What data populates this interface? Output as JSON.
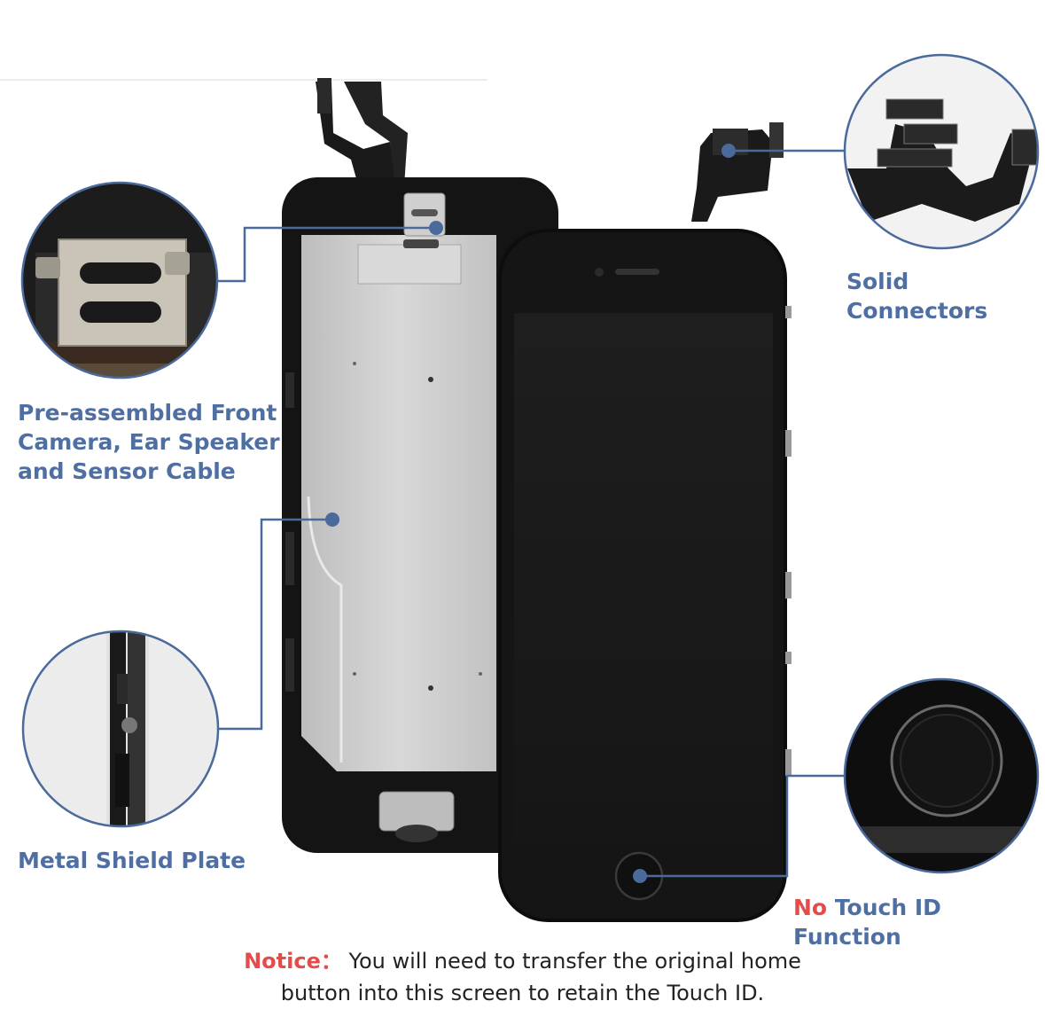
{
  "labels": {
    "front_camera": [
      "Pre-assembled Front",
      "Camera, Ear Speaker",
      "and Sensor Cable"
    ],
    "metal_shield": "Metal Shield Plate",
    "solid_connectors": "Solid Connectors",
    "no_touch_id": {
      "emphasis": "No",
      "rest": " Touch ID Function"
    }
  },
  "notice": {
    "prefix": "Notice：",
    "line1": " You will need to transfer the original home",
    "line2": "button into this screen to retain the Touch ID."
  },
  "colors": {
    "label_blue": "#4f6fa3",
    "callout_line": "#4a6a9c",
    "notice_red": "#e84a4a",
    "phone_black": "#121212",
    "shield_silver": "#c9c9c9"
  }
}
